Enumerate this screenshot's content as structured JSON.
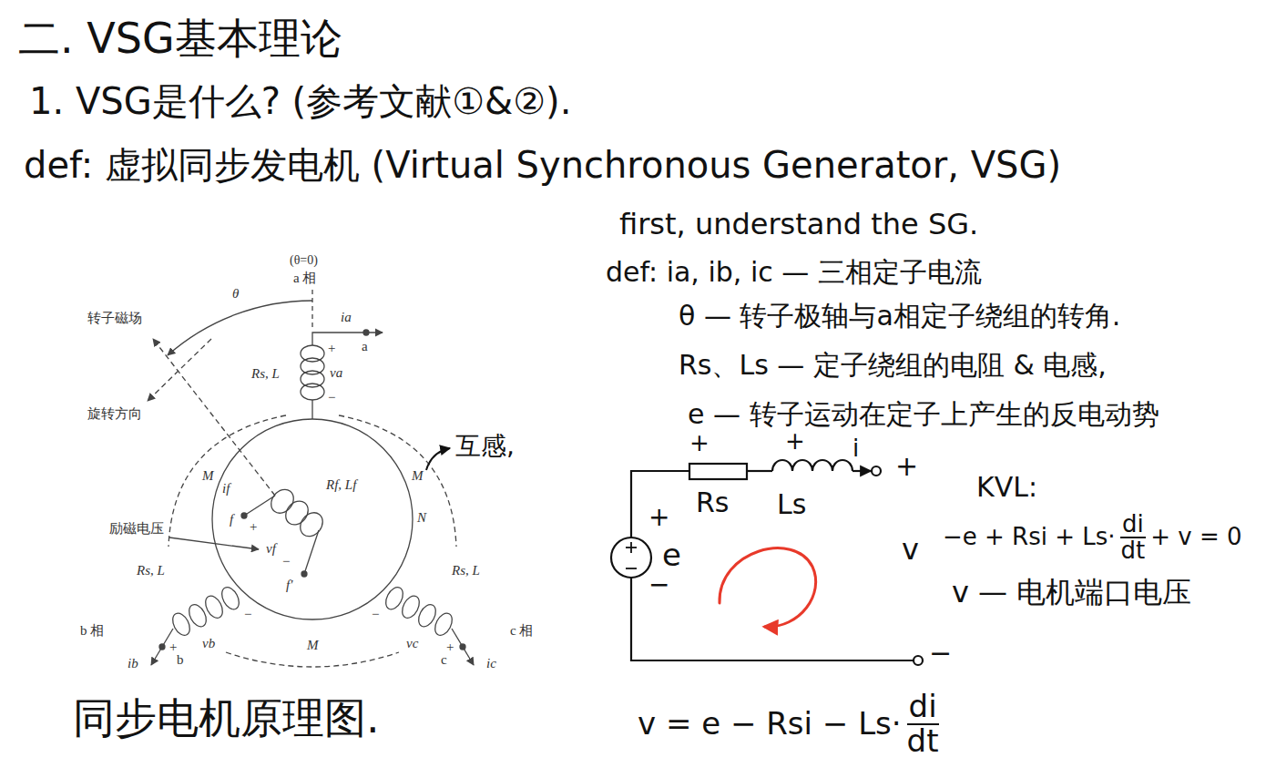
{
  "diagram": {
    "title": "二. VSG基本理论",
    "caption": "同步电机原理图.",
    "labels": [
      "1. VSG是什么? (参考文献①&②).",
      "def: 虚拟同步发电机 (Virtual Synchronous Generator, VSG)",
      "first, understand the SG.",
      "def: ia, ib, ic — 三相定子电流",
      "θ — 转子极轴与a相定子绕组的转角.",
      "Rs、Ls — 定子绕组的电阻 & 电感,",
      "e — 转子运动在定子上产生的反电动势",
      "KVL:",
      "−e + Rsi + Ls·",
      "di",
      "dt",
      "+ v = 0",
      "v — 电机端口电压",
      "v = e − Rsi − Ls·",
      "di",
      "dt",
      "互感,",
      "+",
      "Rs",
      "+",
      "Ls",
      "i",
      "+",
      "+",
      "e",
      "−",
      "v",
      "−",
      "(θ=0)",
      "a 相",
      "转子磁场",
      "θ",
      "ia",
      "a",
      "+",
      "va",
      "−",
      "Rs, L",
      "旋转方向",
      "M",
      "M",
      "if",
      "Rf, Lf",
      "+",
      "f",
      "励磁电压",
      "vf",
      "−",
      "N",
      "f′",
      "Rs, L",
      "Rs, L",
      "−",
      "vb",
      "+",
      "−",
      "vc",
      "+",
      "b 相",
      "c 相",
      "M",
      "ib",
      "b",
      "c",
      "ic"
    ]
  }
}
